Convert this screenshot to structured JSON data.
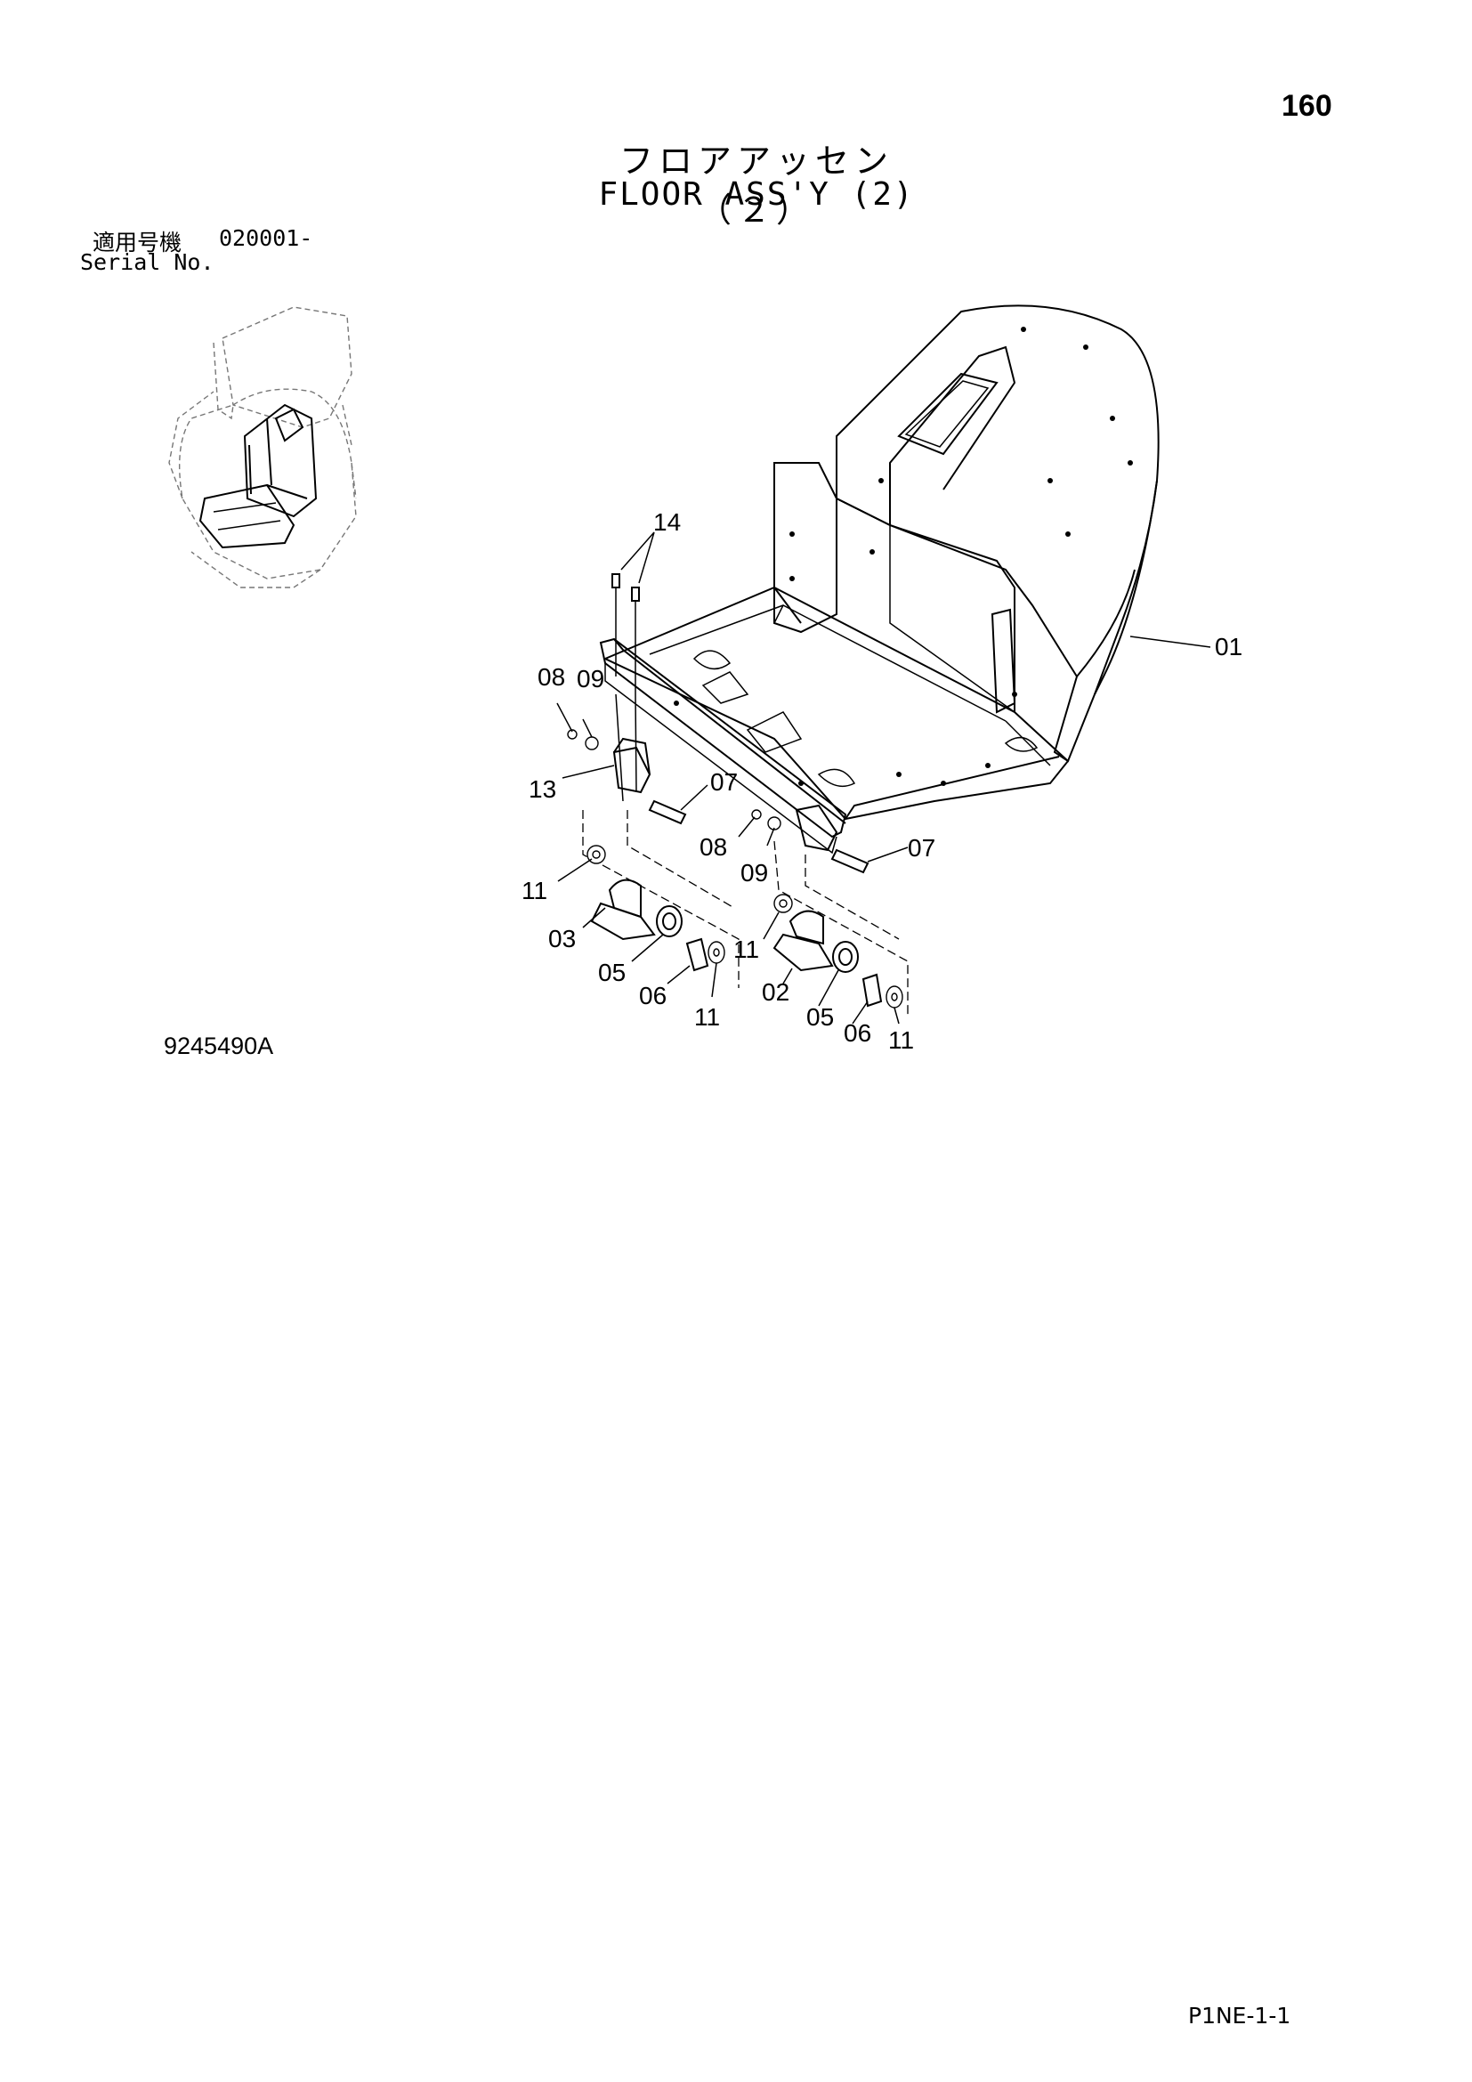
{
  "page_number": "160",
  "title_jp": "フロアアッセン（２）",
  "title_en": "FLOOR ASS'Y (2)",
  "serial": {
    "label_jp": "適用号機",
    "number": "020001-",
    "label_en": "Serial No."
  },
  "drawing_number": "9245490A",
  "footer_code": "P1NE-1-1",
  "callouts": {
    "c01": "01",
    "c02": "02",
    "c03": "03",
    "c05a": "05",
    "c05b": "05",
    "c06a": "06",
    "c06b": "06",
    "c07a": "07",
    "c07b": "07",
    "c08a": "08",
    "c08b": "08",
    "c09a": "09",
    "c09b": "09",
    "c11a": "11",
    "c11b": "11",
    "c11c": "11",
    "c11d": "11",
    "c13": "13",
    "c14": "14"
  }
}
